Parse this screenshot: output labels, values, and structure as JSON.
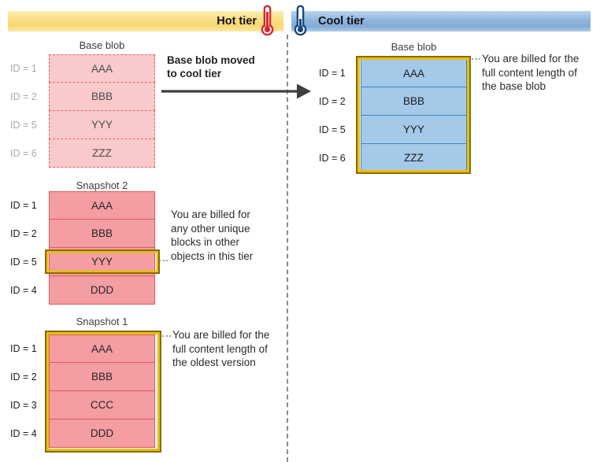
{
  "header": {
    "hot_tier": {
      "label": "Hot tier"
    },
    "cool_tier": {
      "label": "Cool tier"
    }
  },
  "hot_tier": {
    "base_blob": {
      "title": "Base blob",
      "rows": [
        {
          "id": "ID = 1",
          "block": "AAA"
        },
        {
          "id": "ID = 2",
          "block": "BBB"
        },
        {
          "id": "ID = 5",
          "block": "YYY"
        },
        {
          "id": "ID = 6",
          "block": "ZZZ"
        }
      ]
    },
    "move_note": "Base blob moved\nto cool tier",
    "snapshot_2": {
      "title": "Snapshot 2",
      "rows": [
        {
          "id": "ID = 1",
          "block": "AAA"
        },
        {
          "id": "ID = 2",
          "block": "BBB"
        },
        {
          "id": "ID = 5",
          "block": "YYY",
          "highlighted": true
        },
        {
          "id": "ID = 4",
          "block": "DDD"
        }
      ],
      "annotation": "You are billed for\nany other unique\nblocks in other\nobjects in this tier"
    },
    "snapshot_1": {
      "title": "Snapshot 1",
      "highlighted": true,
      "rows": [
        {
          "id": "ID = 1",
          "block": "AAA"
        },
        {
          "id": "ID = 2",
          "block": "BBB"
        },
        {
          "id": "ID = 3",
          "block": "CCC"
        },
        {
          "id": "ID = 4",
          "block": "DDD"
        }
      ],
      "annotation": "You are billed for the\nfull content length of\nthe oldest version"
    }
  },
  "cool_tier": {
    "base_blob": {
      "title": "Base blob",
      "highlighted": true,
      "rows": [
        {
          "id": "ID = 1",
          "block": "AAA"
        },
        {
          "id": "ID = 2",
          "block": "BBB"
        },
        {
          "id": "ID = 5",
          "block": "YYY"
        },
        {
          "id": "ID = 6",
          "block": "ZZZ"
        }
      ],
      "annotation": "You are billed for the\nfull content length of\nthe base blob"
    }
  },
  "colors": {
    "hot_bar": "#fbdd82",
    "cool_bar": "#8fb6de",
    "hot_block_fill": "#f49da2",
    "hot_block_faded_fill": "#f9c9cb",
    "hot_block_border": "#e0595f",
    "cool_block_fill": "#a5cae9",
    "cool_block_border": "#3a82c4",
    "highlight_gold_outer": "#8a6a06",
    "highlight_gold_inner": "#e6bf15",
    "hot_thermometer": "#d9262c",
    "cool_thermometer": "#17477e",
    "arrow": "#3f3f3f"
  }
}
